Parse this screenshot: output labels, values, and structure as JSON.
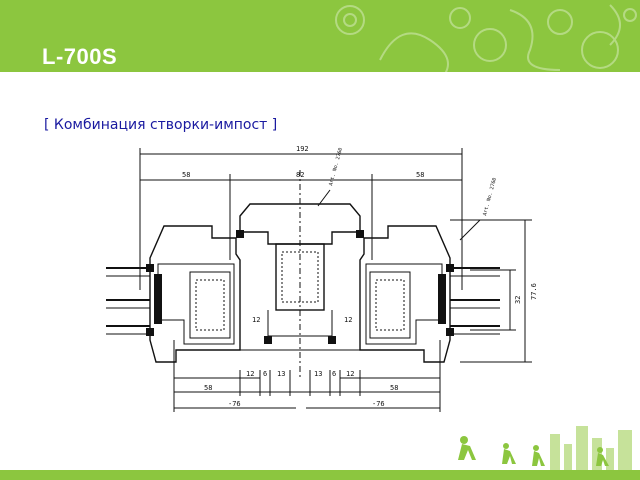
{
  "slide": {
    "title": "L-700S",
    "subtitle": "[ Комбинация створки-импост ]",
    "accent_color": "#8cc63f",
    "subtitle_color": "#1a1aa0"
  },
  "drawing": {
    "dims": {
      "overall": "192",
      "left_top": "58",
      "center_top": "82",
      "right_top": "58",
      "height_overall": "77.6",
      "height_glass": "32",
      "b_left_58": "58",
      "b_right_58": "58",
      "b_12a": "12",
      "b_6a": "6",
      "b_13a": "13",
      "b_13b": "13",
      "b_6b": "6",
      "b_12b": "12",
      "b_left_76": "-76",
      "b_right_76": "-76",
      "inner_12_left": "12",
      "inner_12_right": "12"
    },
    "notes": {
      "art_center": "Art. No. 2760",
      "art_right": "Art. No. 2760"
    }
  }
}
